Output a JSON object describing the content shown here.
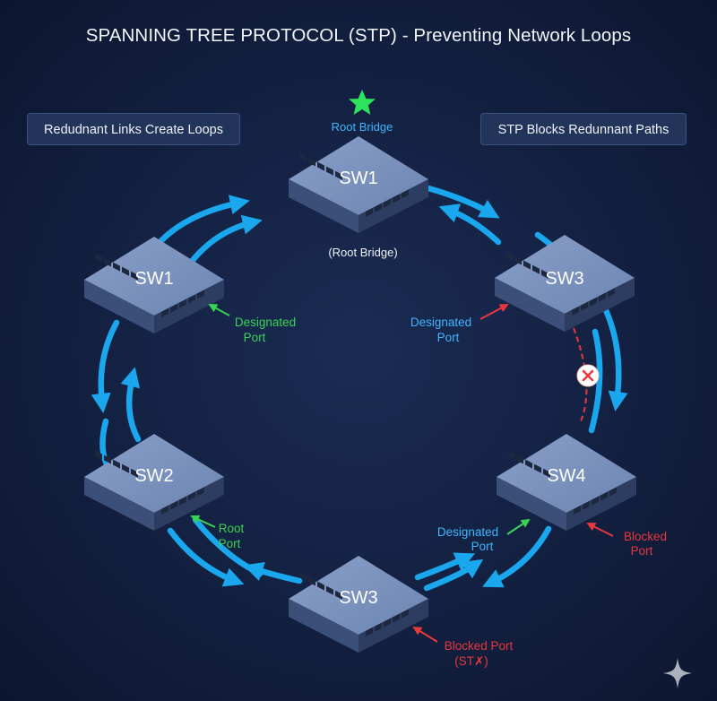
{
  "title": "SPANNING TREE PROTOCOL (STP) - Preventing Network Loops",
  "panels": {
    "left": "Redudnant Links Create Loops",
    "right": "STP Blocks Redunnant Paths"
  },
  "root_bridge": {
    "top_label": "Root Bridge",
    "sub_label": "(Root Bridge)"
  },
  "switches": {
    "top": "SW1",
    "left_upper": "SW1",
    "right_upper": "SW3",
    "left_lower": "SW2",
    "right_lower": "SW4",
    "bottom": "SW3"
  },
  "port_labels": {
    "sw1_designated": [
      "Designated",
      "Port"
    ],
    "sw3_designated": [
      "Designated",
      "Port"
    ],
    "sw2_root": [
      "Root",
      "Port"
    ],
    "sw4_designated": [
      "Designated",
      "Port"
    ],
    "sw4_blocked": [
      "Blocked",
      "Port"
    ],
    "bottom_blocked": [
      "Blocked Port",
      "(ST✗)"
    ]
  },
  "colors": {
    "link": "#1aa7ee",
    "designated": "#39d353",
    "designated_text": "#3fb5ff",
    "blocked": "#e8383c",
    "root_star": "#2ee35c"
  },
  "icons": {
    "root": "star-icon",
    "blocked_link": "x-circle-icon",
    "watermark": "sparkle-icon"
  }
}
